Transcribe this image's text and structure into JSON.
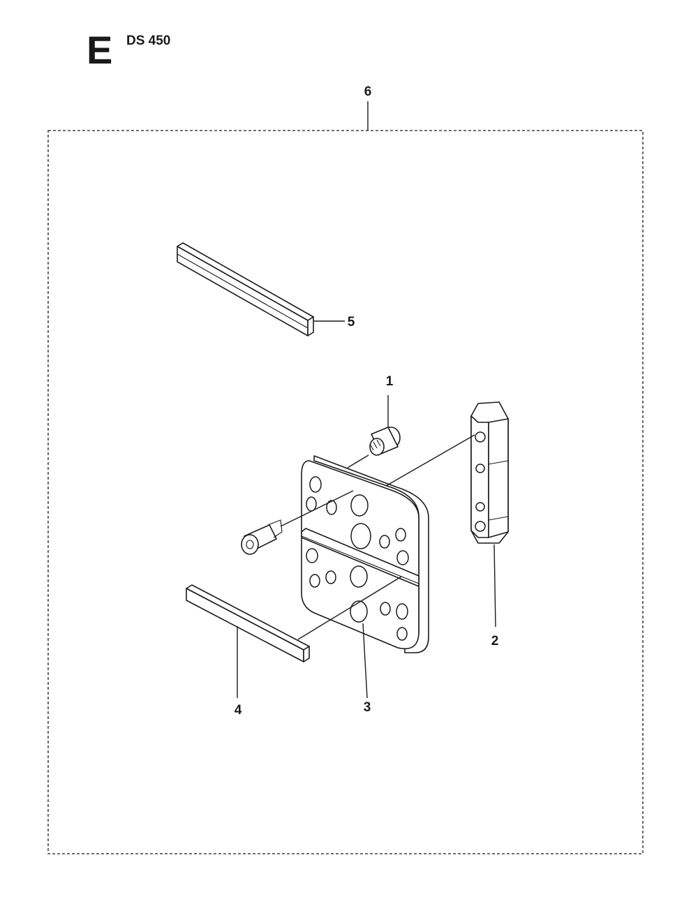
{
  "header": {
    "section_letter": "E",
    "model": "DS 450"
  },
  "callouts": [
    {
      "id": "c1",
      "label": "1"
    },
    {
      "id": "c2",
      "label": "2"
    },
    {
      "id": "c3",
      "label": "3"
    },
    {
      "id": "c4",
      "label": "4"
    },
    {
      "id": "c5",
      "label": "5"
    },
    {
      "id": "c6",
      "label": "6"
    }
  ]
}
